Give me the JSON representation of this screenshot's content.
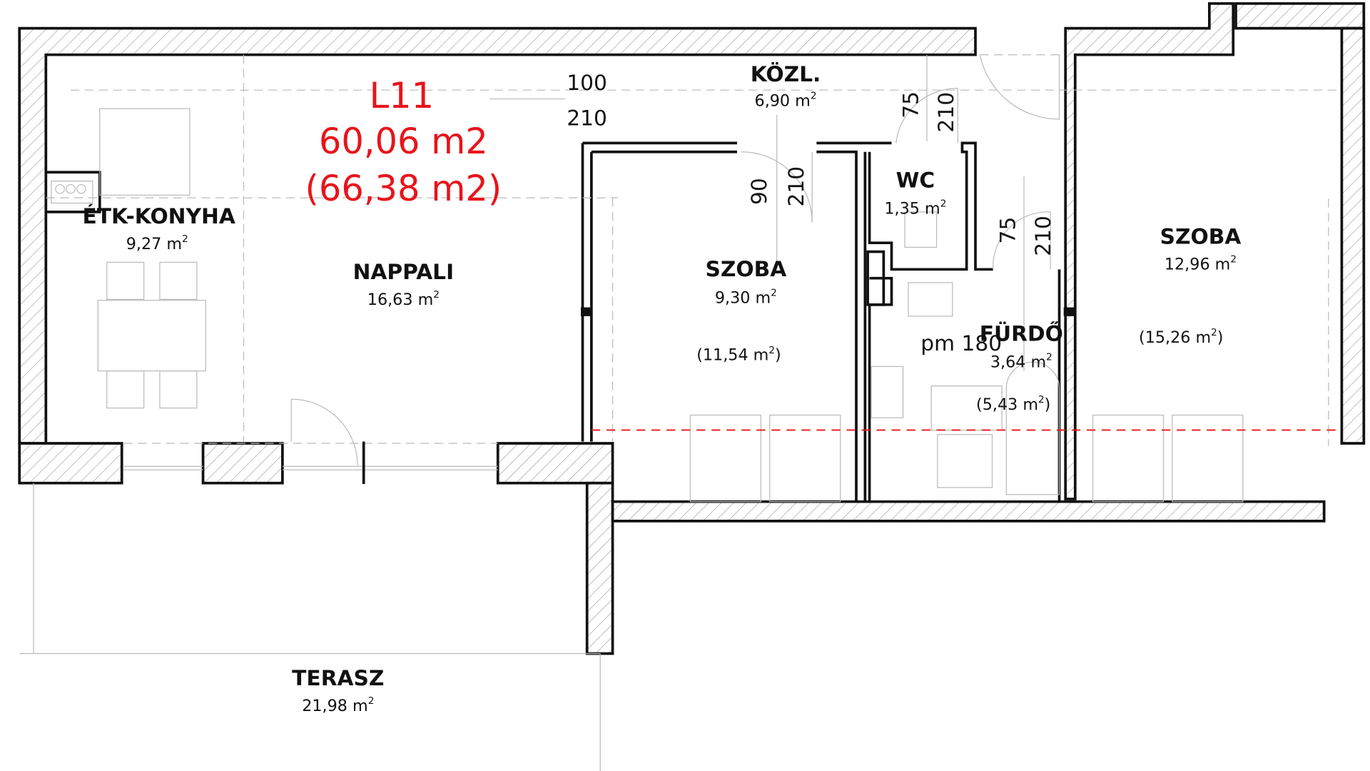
{
  "unit": {
    "id": "L11",
    "area": "60,06 m2",
    "gross_area": "(66,38 m2)",
    "color": "#e8141b"
  },
  "rooms": [
    {
      "name": "ÉTK-KONYHA",
      "area": "9,27 m",
      "sup": "2"
    },
    {
      "name": "NAPPALI",
      "area": "16,63 m",
      "sup": "2"
    },
    {
      "name": "KÖZL.",
      "area": "6,90 m",
      "sup": "2"
    },
    {
      "name": "SZOBA",
      "area": "9,30 m",
      "sup": "2",
      "gross": "(11,54 m",
      "gross_end": ")"
    },
    {
      "name": "WC",
      "area": "1,35 m",
      "sup": "2"
    },
    {
      "name": "FÜRDŐ",
      "area": "3,64 m",
      "sup": "2",
      "gross": "(5,43 m",
      "gross_end": ")"
    },
    {
      "name": "SZOBA",
      "area": "12,96 m",
      "sup": "2",
      "gross": "(15,26 m",
      "gross_end": ")"
    },
    {
      "name": "TERASZ",
      "area": "21,98 m",
      "sup": "2"
    }
  ],
  "dimensions": {
    "entry_w": "100",
    "entry_h": "210",
    "room_door_w": "90",
    "room_door_h": "210",
    "wc_door_w": "75",
    "wc_door_h": "210",
    "bath_door_w": "75",
    "bath_door_h": "210",
    "bath_height": "pm 180"
  }
}
